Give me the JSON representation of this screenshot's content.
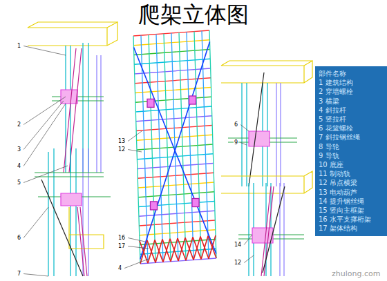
{
  "diagram": {
    "title": "爬架立体图",
    "nodes": [
      {
        "text": [
          "部件名称",
          "1 建筑结构",
          "2 穿墙螺栓",
          "3 横梁",
          "4 斜拉杆",
          "5 竖拉杆",
          "6 花篮螺栓",
          "7 斜拉钢丝绳",
          "8 导轮",
          "9 导轨",
          "10 底座",
          "11 制动轨",
          "12 吊点横梁",
          "13 电动葫芦",
          "14 提升钢丝绳",
          "15 竖向主框架",
          "16 水平支撑桁架",
          "17 架体结构"
        ]
      }
    ],
    "labels": [
      "1",
      "2",
      "3",
      "4",
      "5",
      "6",
      "7",
      "13",
      "12",
      "16",
      "17",
      "4",
      "6",
      "9",
      "14",
      "12",
      "zhulong.com"
    ]
  }
}
